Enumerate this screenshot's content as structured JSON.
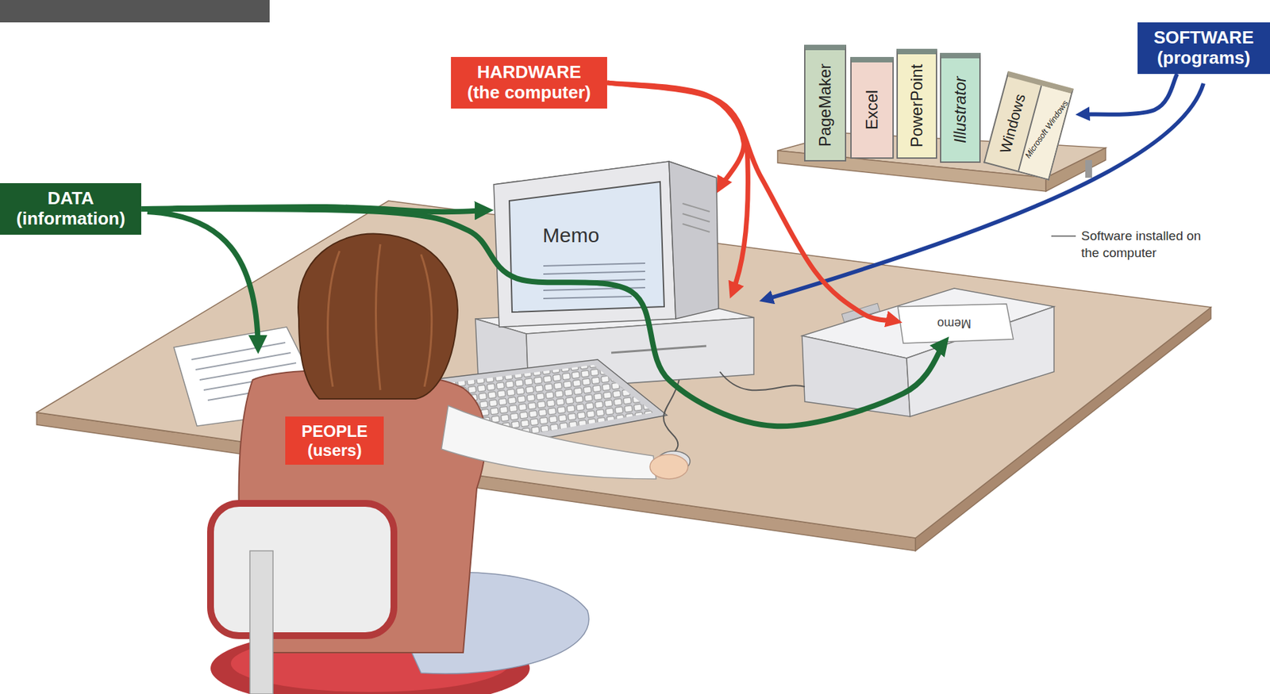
{
  "diagram": {
    "nodes": [
      {
        "text": [
          "HARDWARE",
          "(the computer)"
        ]
      },
      {
        "text": [
          "SOFTWARE",
          "(programs)"
        ]
      },
      {
        "text": [
          "DATA",
          "(information)"
        ]
      },
      {
        "text": [
          "PEOPLE",
          "(users)"
        ]
      },
      {
        "text": [
          "Memo"
        ]
      },
      {
        "text": [
          "Memo"
        ]
      },
      {
        "text": [
          "PageMaker"
        ]
      },
      {
        "text": [
          "Excel"
        ]
      },
      {
        "text": [
          "PowerPoint"
        ]
      },
      {
        "text": [
          "Illustrator"
        ]
      },
      {
        "text": [
          "Windows",
          "Microsoft Windows"
        ]
      }
    ],
    "edges": [
      {
        "from": 2,
        "to": 4,
        "arrow": "to"
      },
      {
        "from": 2,
        "to": 5,
        "arrow": "to"
      },
      {
        "from": 0,
        "to": 4,
        "arrow": "to"
      },
      {
        "from": 0,
        "to": 5,
        "arrow": "to"
      },
      {
        "from": 1,
        "to": 10,
        "arrow": "to"
      }
    ],
    "labels": [
      "Software installed on the computer"
    ]
  }
}
